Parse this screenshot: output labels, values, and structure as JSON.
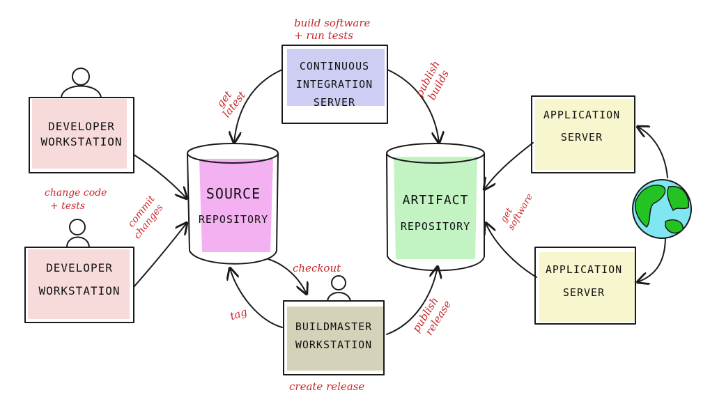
{
  "nodes": {
    "dev1": {
      "lines": [
        "DEVELOPER",
        "WORKSTATION"
      ],
      "fill": "#f6d3d3"
    },
    "dev2": {
      "lines": [
        "DEVELOPER",
        "WORKSTATION"
      ],
      "fill": "#f6d3d3"
    },
    "ci": {
      "lines": [
        "CONTINUOUS",
        "INTEGRATION",
        "SERVER"
      ],
      "fill": "#c9c8f2"
    },
    "source": {
      "lines": [
        "SOURCE",
        "REPOSITORY"
      ],
      "fill": "#f3a8ef"
    },
    "artifact": {
      "lines": [
        "ARTIFACT",
        "REPOSITORY"
      ],
      "fill": "#bdf2bd"
    },
    "build": {
      "lines": [
        "BUILDMASTER",
        "WORKSTATION"
      ],
      "fill": "#cfcdb0"
    },
    "app1": {
      "lines": [
        "APPLICATION",
        "SERVER"
      ],
      "fill": "#f7f5cc"
    },
    "app2": {
      "lines": [
        "APPLICATION",
        "SERVER"
      ],
      "fill": "#f7f5cc"
    }
  },
  "notes": {
    "ci_top": [
      "build software",
      "+ run tests"
    ],
    "get_latest": [
      "get",
      "latest"
    ],
    "publish_builds": [
      "publish",
      "builds"
    ],
    "change_code": [
      "change code",
      "+ tests"
    ],
    "commit_changes": [
      "commit",
      "changes"
    ],
    "get_software": [
      "get",
      "software"
    ],
    "checkout": [
      "checkout"
    ],
    "tag": [
      "tag"
    ],
    "publish_release": [
      "publish",
      "release"
    ],
    "create_release": [
      "create release"
    ]
  },
  "colors": {
    "annotation": "#c8262b",
    "ink": "#1a1a1a",
    "globe_land": "#22c322",
    "globe_water": "#7fe6f2"
  }
}
